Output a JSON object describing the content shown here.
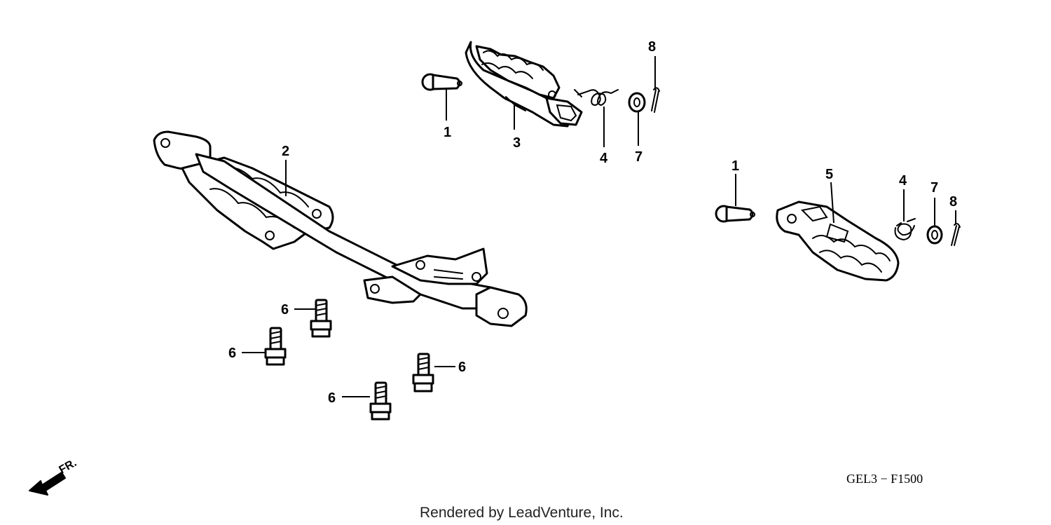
{
  "diagram": {
    "callouts": {
      "c1a": "1",
      "c3": "3",
      "c4a": "4",
      "c7a": "7",
      "c8a": "8",
      "c2": "2",
      "c1b": "1",
      "c5": "5",
      "c4b": "4",
      "c7b": "7",
      "c8b": "8",
      "c6a": "6",
      "c6b": "6",
      "c6c": "6",
      "c6d": "6"
    },
    "direction_label": "FR.",
    "diagram_code": "GEL3 − F1500",
    "credit": "Rendered by LeadVenture, Inc."
  }
}
